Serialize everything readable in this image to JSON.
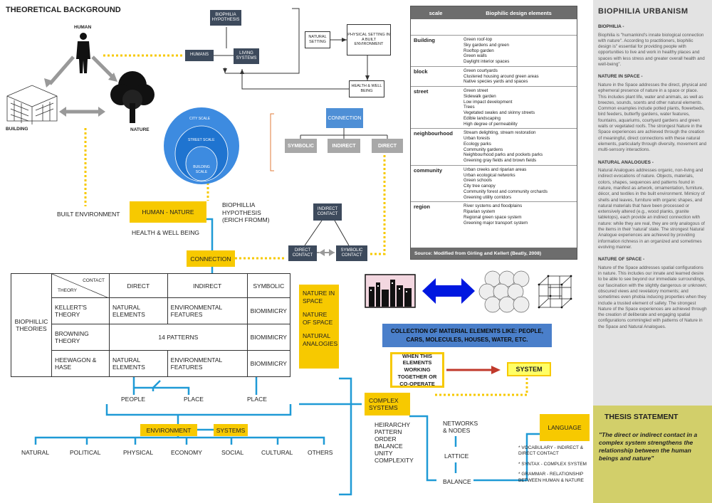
{
  "header": {
    "title": "THEORETICAL BACKGROUND"
  },
  "triangle": {
    "human": "HUMAN",
    "building": "BUILDING",
    "nature": "NATURE",
    "built_env": "BUILT ENVIRONMENT"
  },
  "hypothesis_flow": {
    "biophilia": "BIOPHILIA HYPOTHESIS",
    "humans": "HUMANS",
    "living": "LIVING SYSTEMS",
    "natural_setting": "NATURAL SETTING",
    "physical_setting": "PHYSICAL SETTING IN A BUILT ENVIRONMENT",
    "health": "HEALTH & WELL BEING"
  },
  "scales": {
    "city": "CITY SCALE",
    "street": "STREET SCALE",
    "building": "BUILDING SCALE"
  },
  "connection_tree": {
    "root": "CONNECTION",
    "symbolic": "SYMBOLIC",
    "indirect": "INDIRECT",
    "direct": "DIRECT"
  },
  "center": {
    "human_nature": "HUMAN - NATURE",
    "bio_hyp": "BIOPHILLIA HYPOTHESIS (ERICH FROMM)",
    "health": "HEALTH & WELL BEING",
    "connection": "CONNECTION",
    "indirect_contact": "INDIRECT CONTACT",
    "direct_contact": "DIRECT CONTACT",
    "symbolic_contact": "SYMBOLIC CONTACT"
  },
  "theory_table": {
    "corner_top": "CONTACT",
    "corner_bottom": "THEORY",
    "headers": [
      "DIRECT",
      "INDIRECT",
      "SYMBOLIC"
    ],
    "row_label": "BIOPHILLIC THEORIES",
    "rows": [
      {
        "name": "KELLERT'S THEORY",
        "direct": "NATURAL ELEMENTS",
        "indirect": "ENVIRONMENTAL FEATURES",
        "symbolic": "BIOMIMICRY"
      },
      {
        "name": "BROWNING THEORY",
        "span": "14 PATTERNS",
        "symbolic": "BIOMIMICRY"
      },
      {
        "name": "HEEWAGON & HASE",
        "direct": "NATURAL ELEMENTS",
        "indirect": "ENVIRONMENTAL FEATURES",
        "symbolic": "BIOMIMICRY"
      }
    ]
  },
  "nature_box": [
    "NATURE IN SPACE",
    "NATURE OF SPACE",
    "NATURAL ANALOGIES"
  ],
  "bottom_tree": {
    "people1": "PEOPLE",
    "place1": "PLACE",
    "place2": "PLACE",
    "environment": "ENVIRONMENT",
    "systems": "SYSTEMS",
    "leaves": [
      "NATURAL",
      "POLITICAL",
      "PHYSICAL",
      "ECONOMY",
      "SOCIAL",
      "CULTURAL",
      "OTHERS"
    ]
  },
  "complex": {
    "title": "COMPLEX SYSTEMS",
    "list": [
      "HEIRARCHY",
      "PATTERN",
      "ORDER",
      "BALANCE",
      "UNITY",
      "COMPLEXITY"
    ],
    "networks": "NETWORKS & NODES",
    "lattice": "LATTICE",
    "balance": "BALANCE",
    "language": "LANGUAGE",
    "notes": [
      "* VOCABULARY - INDIRECT & DIRECT CONTACT",
      "* SYNTAX - COMPLEX SYSTEM",
      "* GRAMMAR - RELATIONSHIP BETWEEN HUMAN & NATURE"
    ]
  },
  "system": {
    "collection": "COLLECTION OF MATERIAL ELEMENTS LIKE: PEOPLE, CARS, MOLECULES, HOUSES, WATER, ETC.",
    "working": "WHEN THIS ELEMENTS WORKING TOGETHER OR CO-OPERATE",
    "system": "SYSTEM"
  },
  "design_table": {
    "headers": [
      "scale",
      "Biophilic design elements"
    ],
    "rows": [
      {
        "scale": "Building",
        "items": [
          "Green roof-top",
          "Sky gardens and green",
          "Rooftop garden",
          "Green walls",
          "Daylight interior spaces"
        ]
      },
      {
        "scale": "block",
        "items": [
          "Green courtyards",
          "Clustered housing around green areas",
          "Native species yards and spaces"
        ]
      },
      {
        "scale": "street",
        "items": [
          "Green street",
          "Sidewalk garden",
          "Low impact development",
          "Trees",
          "Vegetated swales and skinny streets",
          "Edible landscaping",
          "High degree of permeability"
        ]
      },
      {
        "scale": "neighbourhood",
        "items": [
          "Stream delighting, stream restoration",
          "Urban forests",
          "Ecology parks",
          "Community gardens",
          "Neighbourhood parks and pockets parks",
          "Greening gray fields and brown fields"
        ]
      },
      {
        "scale": "community",
        "items": [
          "Urban creeks and riparian areas",
          "Urban ecological networks",
          "Green schools",
          "City tree canopy",
          "Community forest and community orchards",
          "Greening utility corridors"
        ]
      },
      {
        "scale": "region",
        "items": [
          "River systems and floodplains",
          "Riparian system",
          "Regional green space system",
          "Greening major transport system"
        ]
      }
    ],
    "source": "Source: Modified from Girling and Kellert (Beatly, 2008)"
  },
  "sidebar": {
    "title": "BIOPHILIA URBANISM",
    "sections": [
      {
        "heading": "BIOPHILIA -",
        "text": "Biophilia is \"humankind's innate biological connection with nature\". According to practitioners, biophilic design is\" essential for providing people with opportunities to live and work in healthy places and spaces with less stress and greater overall health and well-being\"."
      },
      {
        "heading": "NATURE IN SPACE -",
        "text": "Nature in the Space addresses the direct, physical and ephemeral presence of nature in a space or place. This includes plant life, water and animals, as well as breezes, sounds, scents and other natural elements. Common examples include potted plants, flowerbeds, bird feeders, butterfly gardens, water features, fountains, aquariums, courtyard gardens and green walls or vegetated roofs. The strongest Nature in the Space experiences are achieved through the creation of meaningful, direct connections with these natural elements, particularly through diversity, movement and multi-sensory interactions."
      },
      {
        "heading": "NATURAL ANALOGUES -",
        "text": "Natural Analogues addresses organic, non-living and indirect evocations of nature. Objects, materials, colors, shapes, sequences and patterns found in nature, manifest as artwork, ornamentation, furniture, décor, and textiles in the built environment. Mimicry of shells and leaves, furniture with organic shapes, and natural materials that have been processed or extensively altered (e.g., wood planks, granite tabletops), each provide an indirect connection with nature: while they are real, they are only analogous of the items in their 'natural' state. The strongest Natural Analogue experiences are achieved by providing information richness in an organized and sometimes evolving manner."
      },
      {
        "heading": "NATURE OF SPACE -",
        "text": "Nature of the Space addresses spatial configurations in nature. This includes our innate and learned desire to be able to see beyond our immediate surroundings, our fascination with the slightly dangerous or unknown; obscured views and revelatory moments; and sometimes even phobia inducing properties when they include a trusted element of safety. The strongest Nature of the Space experiences are achieved through the creation of deliberate and engaging spatial configurations commingled with patterns of Nature in the Space and Natural Analogues."
      }
    ],
    "thesis_title": "THESIS STATEMENT",
    "thesis": "\"The direct or indirect contact in a complex system strengthens the relationship between the human beings and nature\""
  }
}
